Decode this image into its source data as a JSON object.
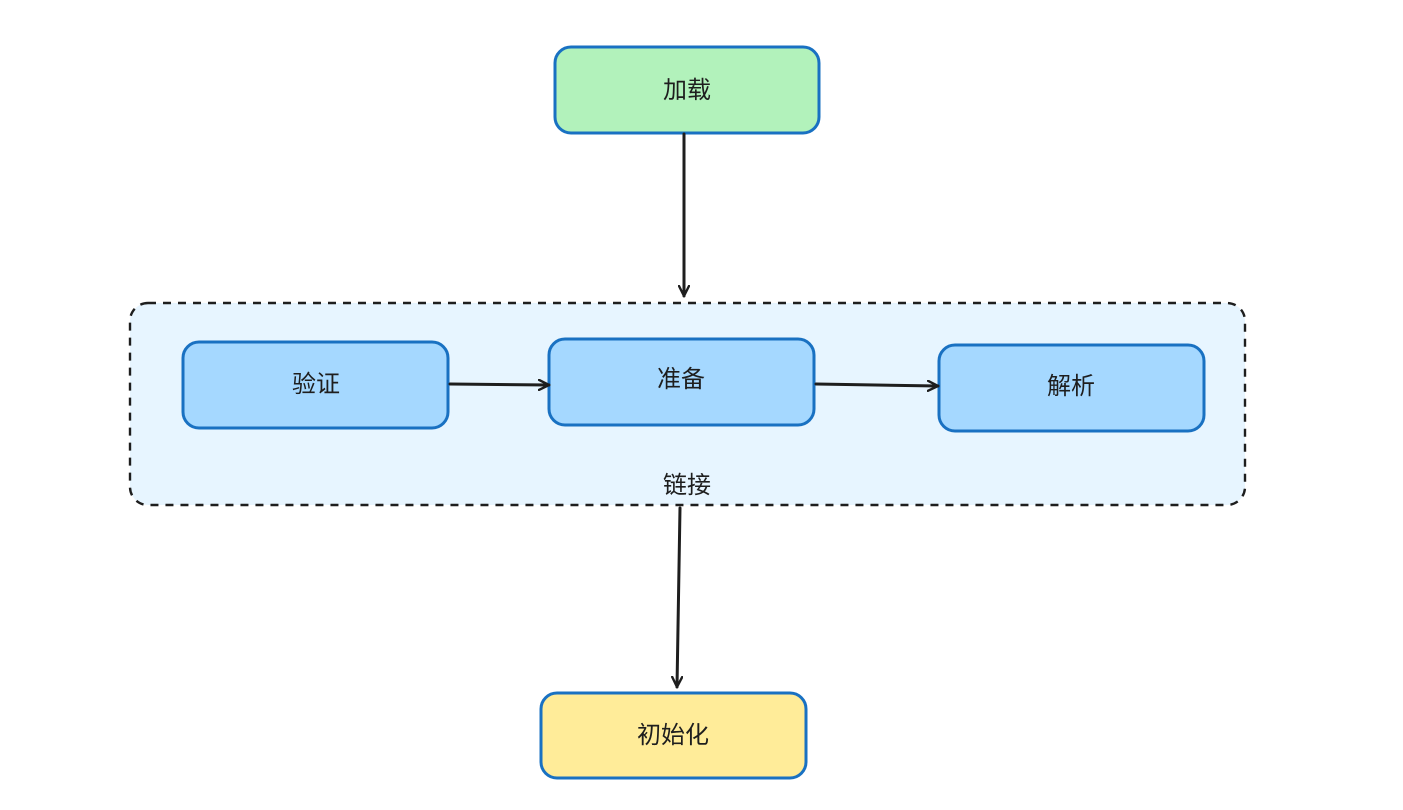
{
  "diagram": {
    "nodes": {
      "load": {
        "label": "加载",
        "fill": "#b2f2bb"
      },
      "verify": {
        "label": "验证",
        "fill": "#a5d8ff"
      },
      "prepare": {
        "label": "准备",
        "fill": "#a5d8ff"
      },
      "resolve": {
        "label": "解析",
        "fill": "#a5d8ff"
      },
      "init": {
        "label": "初始化",
        "fill": "#ffec99"
      }
    },
    "group": {
      "label": "链接",
      "fill": "#e7f5ff",
      "border": "dashed"
    },
    "edges": [
      {
        "from": "load",
        "to": "group"
      },
      {
        "from": "verify",
        "to": "prepare"
      },
      {
        "from": "prepare",
        "to": "resolve"
      },
      {
        "from": "group",
        "to": "init"
      }
    ],
    "colors": {
      "node_stroke": "#1971c2",
      "edge": "#1e1e1e",
      "group_stroke": "#1e1e1e"
    }
  }
}
